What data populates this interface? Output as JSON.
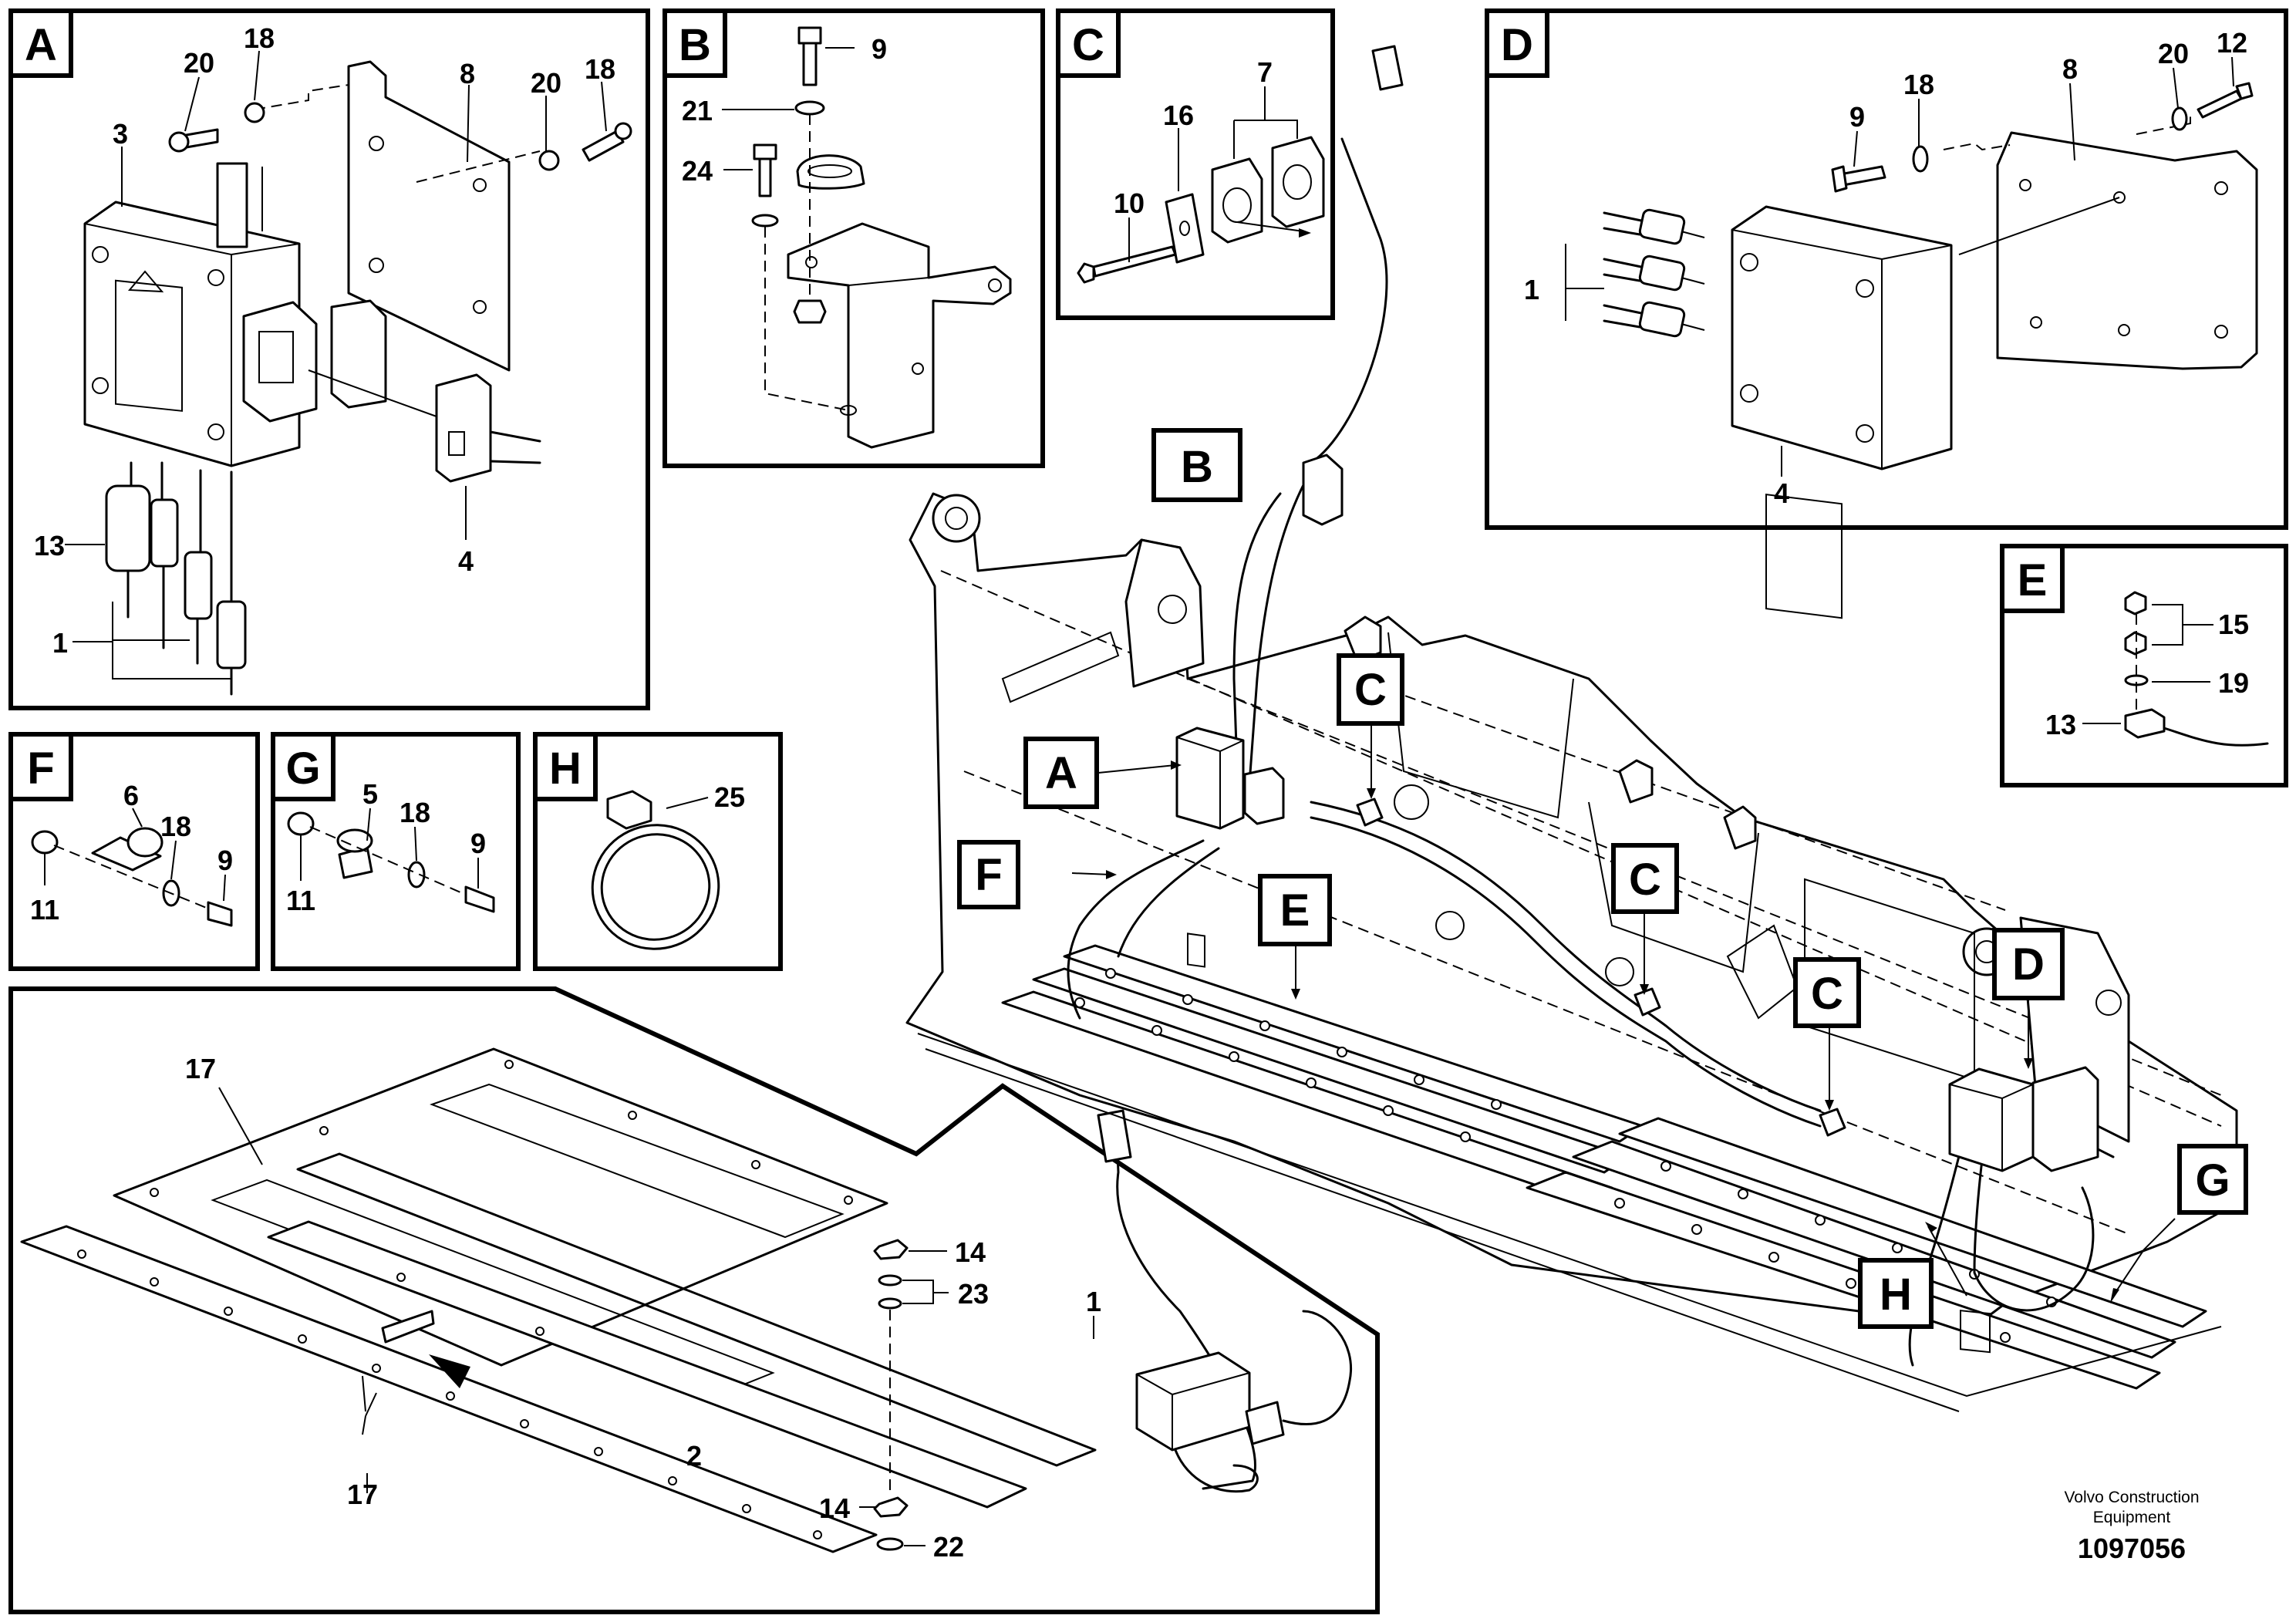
{
  "panels": {
    "A": {
      "label": "A",
      "items": {
        "n20a": "20",
        "n18a": "18",
        "n8": "8",
        "n20b": "20",
        "n18b": "18",
        "n3": "3",
        "n13": "13",
        "n4": "4",
        "n1": "1"
      }
    },
    "B": {
      "label": "B",
      "items": {
        "n9": "9",
        "n21": "21",
        "n24": "24"
      }
    },
    "C": {
      "label": "C",
      "items": {
        "n7": "7",
        "n16": "16",
        "n10": "10"
      }
    },
    "D": {
      "label": "D",
      "items": {
        "n9": "9",
        "n18": "18",
        "n8": "8",
        "n20": "20",
        "n12": "12",
        "n1": "1",
        "n4": "4"
      }
    },
    "E": {
      "label": "E",
      "items": {
        "n15": "15",
        "n19": "19",
        "n13": "13"
      }
    },
    "F": {
      "label": "F",
      "items": {
        "n6": "6",
        "n18": "18",
        "n9": "9",
        "n11": "11"
      }
    },
    "G": {
      "label": "G",
      "items": {
        "n5": "5",
        "n18": "18",
        "n9": "9",
        "n11": "11"
      }
    },
    "H": {
      "label": "H",
      "items": {
        "n25": "25"
      }
    },
    "detail": {
      "items": {
        "n17a": "17",
        "n17b": "17",
        "n2": "2",
        "n1": "1",
        "n14a": "14",
        "n23": "23",
        "n14b": "14",
        "n22": "22"
      }
    }
  },
  "callouts": {
    "A": "A",
    "B": "B",
    "C1": "C",
    "C2": "C",
    "C3": "C",
    "D": "D",
    "E": "E",
    "F": "F",
    "G": "G",
    "H": "H"
  },
  "footer": {
    "brand_line1": "Volvo Construction",
    "brand_line2": "Equipment",
    "doc_number": "1097056"
  }
}
